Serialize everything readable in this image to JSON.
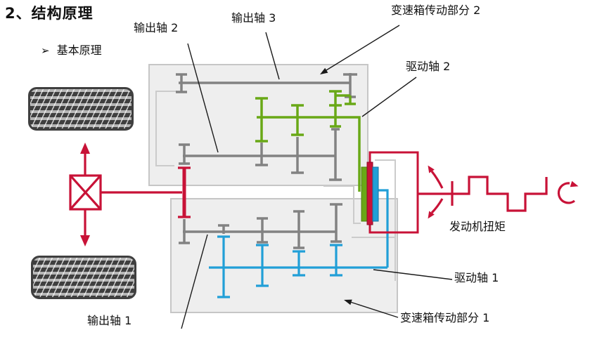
{
  "slide": {
    "title": "2、结构原理",
    "bullet_marker": "➢",
    "bullet_text": "基本原理"
  },
  "labels": {
    "output_shaft_2": "输出轴 2",
    "output_shaft_3": "输出轴 3",
    "gearbox_section_2": "变速箱传动部分 2",
    "drive_shaft_2": "驱动轴 2",
    "engine_torque": "发动机扭矩",
    "drive_shaft_1": "驱动轴 1",
    "output_shaft_1": "输出轴 1",
    "gearbox_section_1": "变速箱传动部分 1"
  },
  "icons": {
    "tire": "tire-icon",
    "differential": "differential-cross-icon",
    "rotation": "clockwise-rotation-icon",
    "torque_split": "torque-flow-arrows",
    "engine": "crankshaft-torque-line"
  },
  "colors": {
    "crimson": "#c81237",
    "green": "#69a816",
    "blue": "#219fd7",
    "shaft_gray": "#828282",
    "housing_fill": "#eeeeee",
    "housing_stroke": "#c6c6c6",
    "bracket_gray": "#cbcbcb",
    "leader_black": "#1a1a1a",
    "tire_dark": "#3f3f3f",
    "tire_light": "#b5b5b5"
  }
}
